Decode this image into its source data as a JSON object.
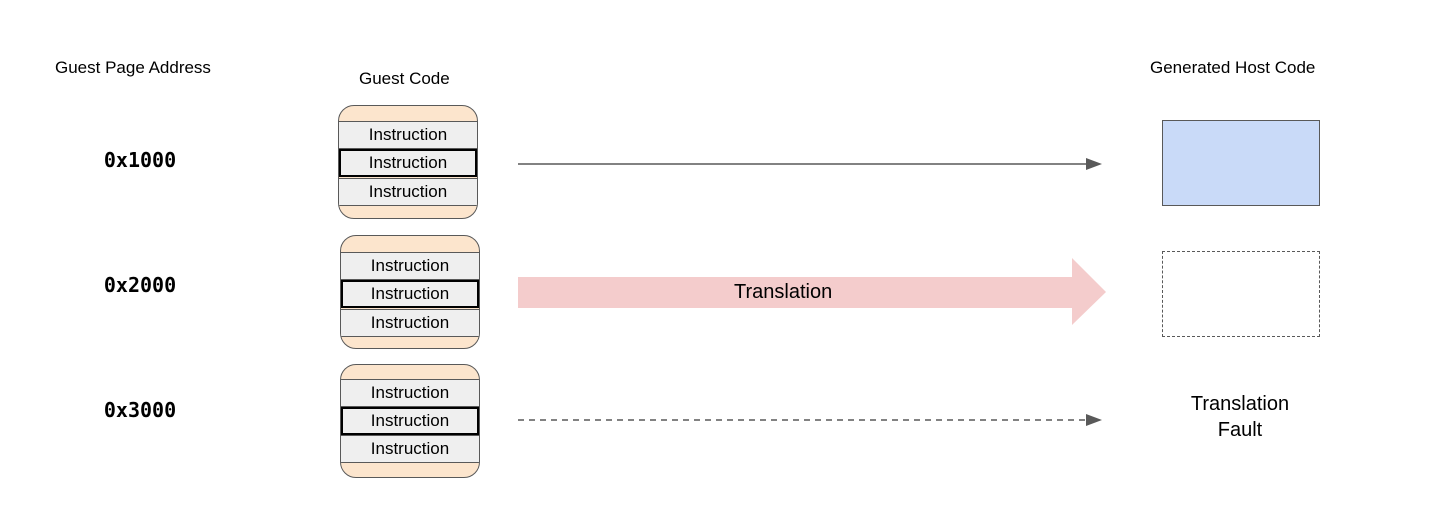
{
  "headings": {
    "guest_page_address": "Guest Page Address",
    "guest_code": "Guest Code",
    "generated_host_code": "Generated Host Code"
  },
  "rows": [
    {
      "address": "0x1000",
      "instructions": [
        "Instruction",
        "Instruction",
        "Instruction"
      ],
      "arrow_style": "solid-thin",
      "host_code": "generated-block"
    },
    {
      "address": "0x2000",
      "instructions": [
        "Instruction",
        "Instruction",
        "Instruction"
      ],
      "arrow_style": "wide-block",
      "arrow_label": "Translation",
      "host_code": "pending-block"
    },
    {
      "address": "0x3000",
      "instructions": [
        "Instruction",
        "Instruction",
        "Instruction"
      ],
      "arrow_style": "dashed-thin",
      "host_code": "fault",
      "fault_text": [
        "Translation",
        "Fault"
      ]
    }
  ],
  "colors": {
    "page_fill": "#fce5cd",
    "instruction_fill": "#efefef",
    "translation_arrow": "#f4cccc",
    "host_block_fill": "#c9daf8",
    "line": "#595959"
  }
}
